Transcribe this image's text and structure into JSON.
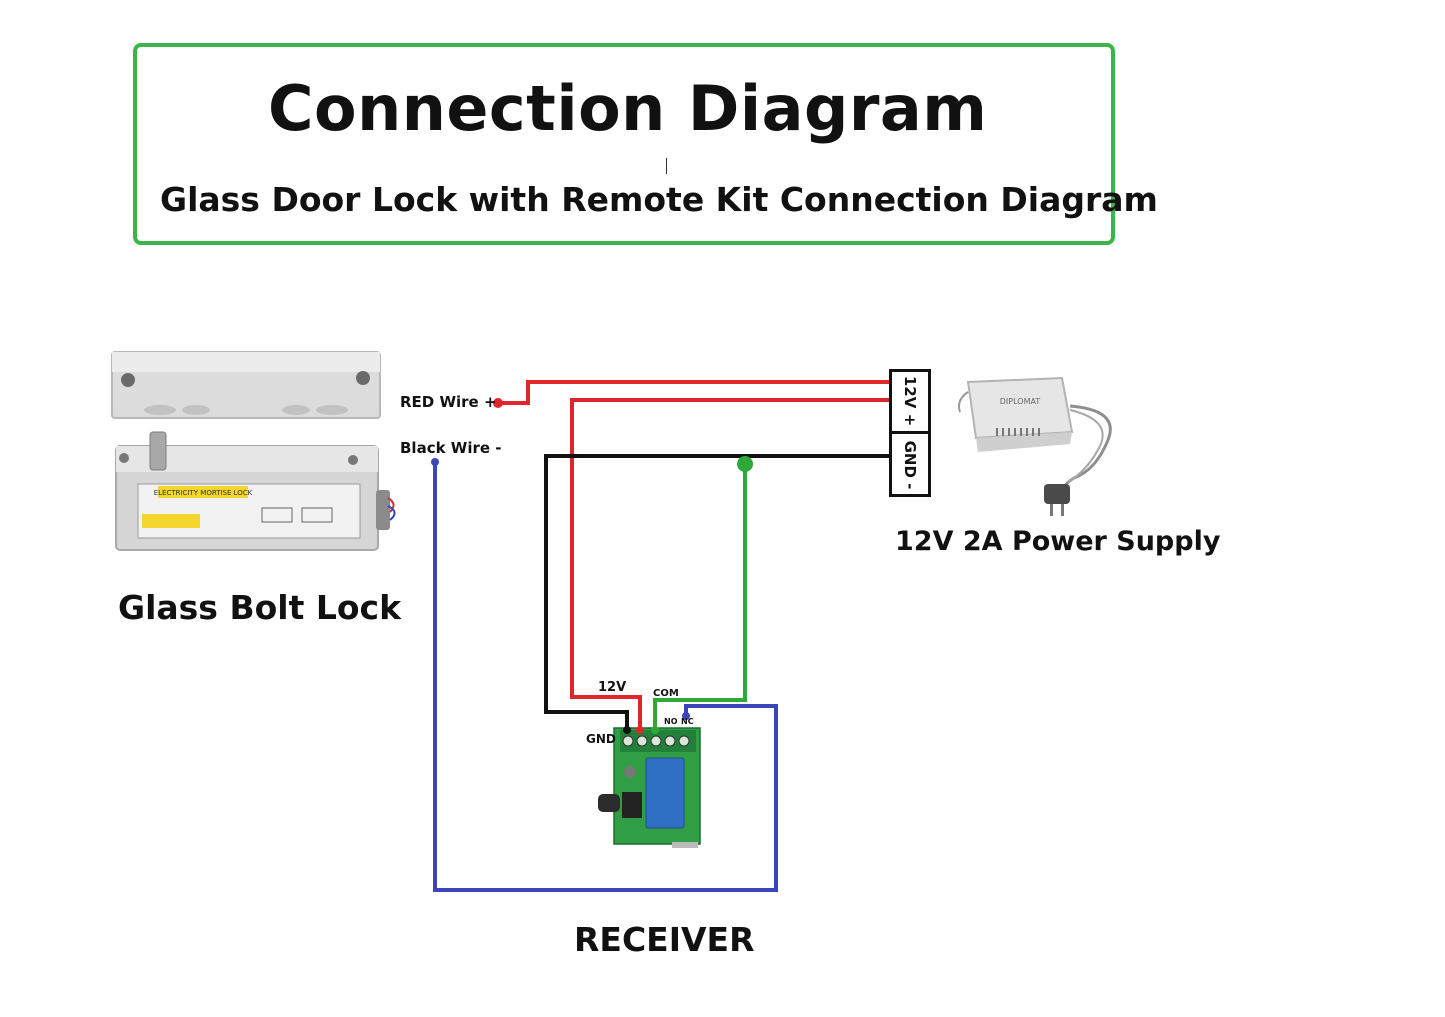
{
  "header": {
    "title": "Connection Diagram",
    "subtitle": "Glass Door Lock with Remote Kit Connection Diagram"
  },
  "components": {
    "lock_label": "Glass Bolt Lock",
    "power_supply_label": "12V 2A Power Supply",
    "receiver_label": "RECEIVER",
    "power_brand": "DIPLOMAT",
    "lock_plate_text": "ELECTRICITY MORTISE LOCK"
  },
  "wires": {
    "red_label": "RED Wire +",
    "black_label": "Black Wire -"
  },
  "terminals": {
    "supply_positive": "12V +",
    "supply_negative": "GND -",
    "receiver_12v": "12V",
    "receiver_gnd": "GND",
    "receiver_com": "COM",
    "receiver_no": "NO",
    "receiver_nc": "NC"
  },
  "colors": {
    "frame": "#3cb54a",
    "red_wire": "#e0262b",
    "black_wire": "#111111",
    "green_wire": "#2fa83a",
    "blue_wire": "#3b44b8"
  }
}
